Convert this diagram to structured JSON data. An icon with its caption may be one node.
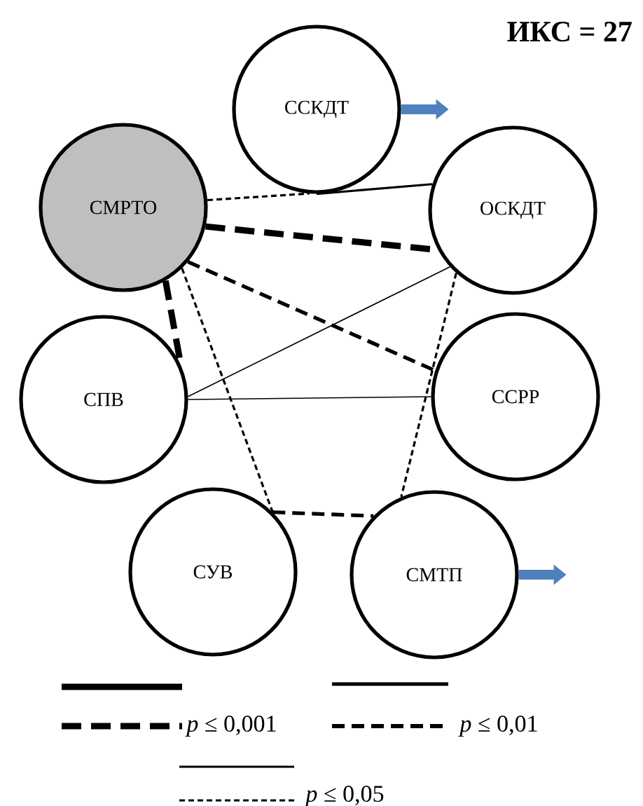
{
  "diagram": {
    "title": "ИКС = 27",
    "nodes": [
      {
        "text": [
          "ССКДТ"
        ]
      },
      {
        "text": [
          "СМРТО"
        ]
      },
      {
        "text": [
          "ОСКДТ"
        ]
      },
      {
        "text": [
          "СПВ"
        ]
      },
      {
        "text": [
          "ССРР"
        ]
      },
      {
        "text": [
          "СУВ"
        ]
      },
      {
        "text": [
          "СМТП"
        ]
      }
    ],
    "edges": [
      {
        "from": 1,
        "to": 0,
        "arrow": "none",
        "style": "dashed"
      },
      {
        "from": 0,
        "to": 2,
        "arrow": "none"
      },
      {
        "from": 1,
        "to": 2,
        "arrow": "none",
        "style": "dashed"
      },
      {
        "from": 1,
        "to": 3,
        "arrow": "none",
        "style": "dashed"
      },
      {
        "from": 1,
        "to": 4,
        "arrow": "none",
        "style": "dashed"
      },
      {
        "from": 1,
        "to": 5,
        "arrow": "none",
        "style": "dashed"
      },
      {
        "from": 2,
        "to": 6,
        "arrow": "none",
        "style": "dashed"
      },
      {
        "from": 3,
        "to": 2,
        "arrow": "none"
      },
      {
        "from": 3,
        "to": 4,
        "arrow": "none"
      },
      {
        "from": 5,
        "to": 6,
        "arrow": "none",
        "style": "dashed"
      },
      {
        "from": 0,
        "to": null,
        "arrow": "to",
        "style": "thick",
        "color": "#4f81bd"
      },
      {
        "from": 6,
        "to": null,
        "arrow": "to",
        "style": "thick",
        "color": "#4f81bd"
      }
    ],
    "legend": [
      {
        "text": "*p* ≤ 0,001"
      },
      {
        "text": "*p* ≤ 0,01"
      },
      {
        "text": "*p* ≤ 0,05"
      }
    ]
  }
}
